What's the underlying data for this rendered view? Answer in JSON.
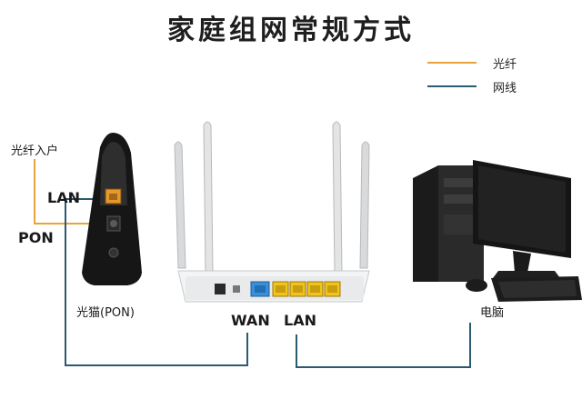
{
  "title": "家庭组网常规方式",
  "legend": [
    {
      "label": "光纤",
      "color": "#e8a33a"
    },
    {
      "label": "网线",
      "color": "#2c5a6e"
    }
  ],
  "labels": {
    "fiber_in": "光纤入户",
    "modem_lan": "LAN",
    "modem_pon": "PON",
    "modem_name": "光猫(PON)",
    "router_wan": "WAN",
    "router_lan": "LAN",
    "computer": "电脑"
  },
  "colors": {
    "fiber": "#e8a33a",
    "cable": "#2c5a6e",
    "wan_port": "#3a8fd8",
    "lan_port": "#f2c318"
  },
  "icons": [
    "optical-modem-icon",
    "router-icon",
    "computer-icon"
  ]
}
